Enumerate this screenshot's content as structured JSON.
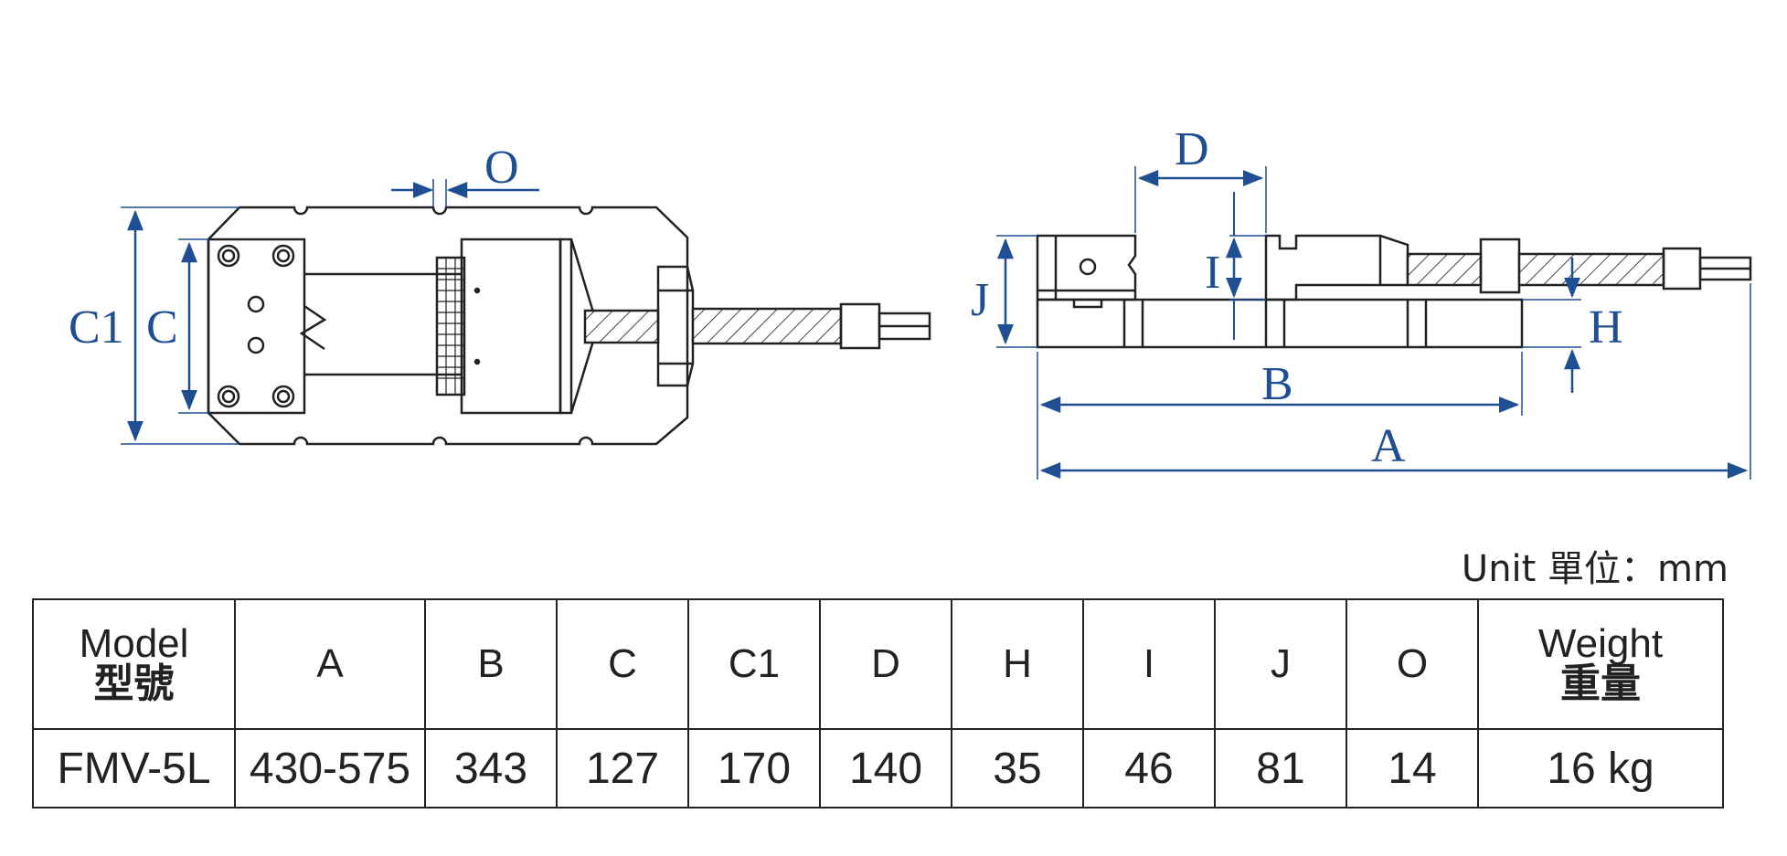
{
  "top_view": {
    "dim_o": "O",
    "dim_c1": "C1",
    "dim_c": "C"
  },
  "side_view": {
    "dim_d": "D",
    "dim_i": "I",
    "dim_j": "J",
    "dim_h": "H",
    "dim_b": "B",
    "dim_a": "A"
  },
  "unit_label": "Unit 單位：mm",
  "table": {
    "header": {
      "model_en": "Model",
      "model_zh": "型號",
      "a": "A",
      "b": "B",
      "c": "C",
      "c1": "C1",
      "d": "D",
      "h": "H",
      "i": "I",
      "j": "J",
      "o": "O",
      "weight_en": "Weight",
      "weight_zh": "重量"
    },
    "row": {
      "model": "FMV-5L",
      "a": "430-575",
      "b": "343",
      "c": "127",
      "c1": "170",
      "d": "140",
      "h": "35",
      "i": "46",
      "j": "81",
      "o": "14",
      "weight": "16 kg"
    }
  },
  "colors": {
    "dimension": "#1f4e93",
    "outline": "#222222"
  }
}
